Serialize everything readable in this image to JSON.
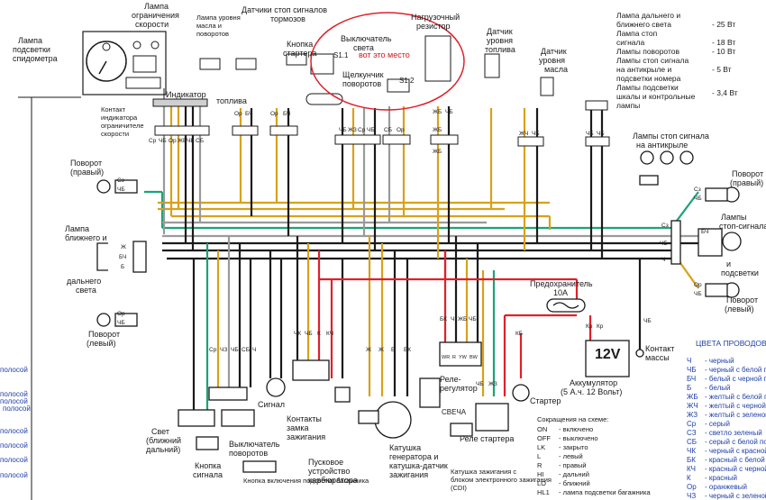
{
  "labels": {
    "speedo_lamp": [
      "Лампа",
      "подсветки",
      "спидометра"
    ],
    "limit_lamp": [
      "Лампа",
      "ограничения",
      "скорости"
    ],
    "oil_fuel_lamp": [
      "Лампа уровня",
      "масла и",
      "поворотов"
    ],
    "brake_sensors": [
      "Датчики стоп сигналов",
      "тормозов"
    ],
    "starter_button": [
      "Кнопка",
      "стартера"
    ],
    "light_switch": [
      "Выключатель",
      "света"
    ],
    "load_resistor": [
      "Нагрузочный",
      "резистор"
    ],
    "fuel_level_sensor": [
      "Датчик",
      "уровня",
      "топлива"
    ],
    "oil_level_sensor": [
      "Датчик",
      "уровня",
      "масла"
    ],
    "turn_clicks": [
      "Щелкунчик",
      "поворотов"
    ],
    "indicator": "Индикатор",
    "speed_contact": [
      "Контакт",
      "индикатора",
      "ограничителе",
      "скорости"
    ],
    "fuel": "топлива",
    "annotation": "вот это место",
    "turn_right": [
      "Поворот",
      "(правый)"
    ],
    "turn_left": [
      "Поворот",
      "(левый)"
    ],
    "headlamp": [
      "Лампа",
      "ближнего и",
      "дальнего",
      "света"
    ],
    "tail_lamps_title": [
      "Лампы стоп сигнала",
      "на антикрыле"
    ],
    "rear_turn_right": [
      "Поворот",
      "(правый)"
    ],
    "rear_lamps": [
      "Лампы",
      "стоп-сигнала",
      "и",
      "подсветки"
    ],
    "rear_turn_left": [
      "Поворот",
      "(левый)"
    ],
    "fuse": [
      "Предохранитель",
      "10А"
    ],
    "battery": [
      "Аккумулятор",
      "(5 А.ч. 12 Вольт)"
    ],
    "battery_voltage": "12V",
    "ground_contact": [
      "Контакт",
      "массы"
    ],
    "relay_regulator": [
      "Реле-",
      "регулятор"
    ],
    "starter": "Стартер",
    "starter_relay": "Реле стартера",
    "spark": "СВЕЧА",
    "signal": "Сигнал",
    "ignition_lock": [
      "Контакты",
      "замка",
      "зажигания"
    ],
    "light_switch_bottom": [
      "Свет",
      "(ближний",
      "дальний)"
    ],
    "turn_switch": [
      "Выключатель",
      "поворотов"
    ],
    "horn_button": [
      "Кнопка",
      "сигнала"
    ],
    "trunk_button": "Кнопка включения подсветки багажника",
    "carb_starter": [
      "Пусковое",
      "устройство",
      "карбюратора"
    ],
    "generator_coil": [
      "Катушка",
      "генератора и",
      "катушка-датчик",
      "зажигания"
    ],
    "cdi_coil": [
      "Катушка зажигания с",
      "блоком электронного зажигания",
      "(CDI)"
    ],
    "fuse_label": "",
    "s11": "S1.1",
    "s12": "S1.2"
  },
  "bulbs_spec": [
    {
      "name": "Лампа дальнего и",
      "watt": ""
    },
    {
      "name": "ближнего света",
      "watt": "- 25 Вт"
    },
    {
      "name": "Лампа стоп",
      "watt": ""
    },
    {
      "name": "сигнала",
      "watt": "- 18 Вт"
    },
    {
      "name": "Лампы поворотов",
      "watt": "- 10 Вт"
    },
    {
      "name": "Лампы стоп сигнала",
      "watt": ""
    },
    {
      "name": "на антикрыле и",
      "watt": ""
    },
    {
      "name": "подсветки номера",
      "watt": "- 5 Вт"
    },
    {
      "name": "Лампы подсветки",
      "watt": ""
    },
    {
      "name": "шкалы и контрольные",
      "watt": ""
    },
    {
      "name": "лампы",
      "watt": "- 3,4 Вт"
    }
  ],
  "abbrev_title": "Сокращения на схеме:",
  "abbreviations": [
    {
      "k": "ON",
      "v": "- включено"
    },
    {
      "k": "OFF",
      "v": "- выключено"
    },
    {
      "k": "LK",
      "v": "- закрыто"
    },
    {
      "k": "L",
      "v": "- левый"
    },
    {
      "k": "R",
      "v": "- правый"
    },
    {
      "k": "HI",
      "v": "- дальний"
    },
    {
      "k": "LO",
      "v": "- ближний"
    },
    {
      "k": "HL1",
      "v": "- лампа подсветки багажника"
    }
  ],
  "colors_title": "ЦВЕТА ПРОВОДОВ",
  "wire_colors": [
    {
      "k": "Ч",
      "v": "- черный"
    },
    {
      "k": "ЧБ",
      "v": "- черный с белой по"
    },
    {
      "k": "БЧ",
      "v": "- белый с черной по"
    },
    {
      "k": "Б",
      "v": "- белый"
    },
    {
      "k": "ЖБ",
      "v": "- желтый с белой по"
    },
    {
      "k": "ЖЧ",
      "v": "- желтый с черной п"
    },
    {
      "k": "ЖЗ",
      "v": "- желтый с зеленой"
    },
    {
      "k": "Ср",
      "v": "- серый"
    },
    {
      "k": "СЗ",
      "v": "- светло зеленый"
    },
    {
      "k": "СБ",
      "v": "- серый с белой по"
    },
    {
      "k": "ЧК",
      "v": "- черный с красной"
    },
    {
      "k": "БК",
      "v": "- красный с белой п"
    },
    {
      "k": "КЧ",
      "v": "- красный с черной"
    },
    {
      "k": "К",
      "v": "- красный"
    },
    {
      "k": "Ор",
      "v": "- оранжевый"
    },
    {
      "k": "ЧЗ",
      "v": "- черный с зеленой"
    }
  ],
  "left_fragments": [
    "полосой",
    "полосой",
    "полосой",
    "полосой",
    "полосой",
    "полосой",
    "полосой",
    "полосой"
  ],
  "wire_tags": {
    "indicator_row": [
      "Ср",
      "ЧБ",
      "Ор",
      "ЖБ",
      "ЧБ",
      "СБ"
    ],
    "sensor_row": [
      "Ор",
      "БЧ",
      "Ор",
      "БЧ"
    ],
    "mid_row": [
      "ЧБ",
      "ЖЗ",
      "Ср",
      "ЧБ"
    ],
    "resistor_row": [
      "СБ",
      "Ор"
    ],
    "right_top": [
      "ЖБ",
      "ЧБ",
      "ЖБ",
      "ЖБ"
    ],
    "fuel_row": [
      "ЖЧ",
      "ЧБ"
    ],
    "oil_row": [
      "ЧБ",
      "ЧБ"
    ],
    "rear_right": [
      "Сз",
      "ЧБ"
    ],
    "rear_mid": [
      "Сз",
      "БЧ",
      "ЧБ",
      "Ч"
    ],
    "rear_left": [
      "Ор",
      "ЧБ"
    ],
    "front_right": [
      "Сз",
      "ЧБ"
    ],
    "front_head": [
      "Ж",
      "БЧ",
      "Б"
    ],
    "front_left": [
      "Ор",
      "ЧБ"
    ],
    "switch_block": [
      "Ср",
      "ЧЗ",
      "ЧБ",
      "СБ",
      "Ч"
    ],
    "ignition": [
      "ЧК",
      "ЧБ",
      "К",
      "КЧ"
    ],
    "gen": [
      "Ж",
      "Ж",
      "Б",
      "БК"
    ],
    "regulator": [
      "БК",
      "Ч",
      "ЖБ",
      "ЧБ"
    ],
    "regulator_pins": [
      "WR",
      "R",
      "YW",
      "BW"
    ],
    "fuse_pins": [
      "Кр",
      "Кр"
    ],
    "starter_relay": [
      "ЧБ",
      "ЖЗ",
      "КБ"
    ],
    "ground": [
      "ЧБ"
    ]
  },
  "wire_palette": {
    "black": "#1a1a1a",
    "green": "#1aa37a",
    "yellow": "#d8a11a",
    "red": "#e0202a",
    "grey": "#9a9a9a",
    "annotation": "#e0202a",
    "blue_text": "#1f3fa8"
  }
}
